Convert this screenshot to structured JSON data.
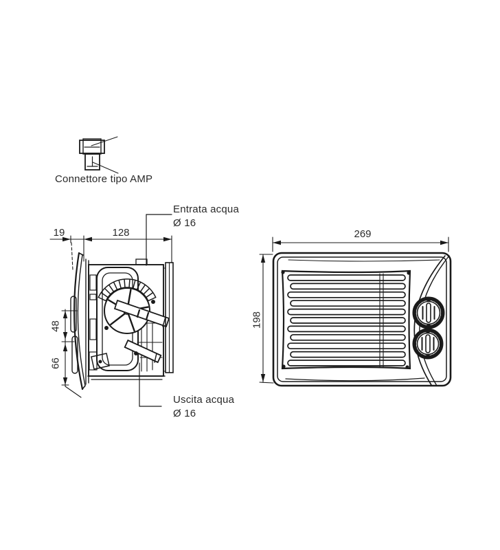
{
  "diagram": {
    "title_context": "heater unit technical drawing",
    "connector_detail": {
      "label": "Connettore tipo AMP"
    },
    "side_view": {
      "annotations": {
        "water_inlet_line1": "Entrata acqua",
        "water_inlet_line2": "Ø 16",
        "water_outlet_line1": "Uscita acqua",
        "water_outlet_line2": "Ø 16"
      },
      "dimensions": {
        "flange_protrusion_mm": "19",
        "body_depth_mm": "128",
        "upper_span_mm": "48",
        "lower_span_mm": "66"
      }
    },
    "front_view": {
      "dimensions": {
        "width_mm": "269",
        "height_mm": "198"
      },
      "features": [
        "louvered-grille",
        "upper-control-knob",
        "lower-control-knob"
      ]
    },
    "colors": {
      "line": "#1a1a1a",
      "text": "#2a2a2a",
      "background": "#ffffff"
    }
  }
}
